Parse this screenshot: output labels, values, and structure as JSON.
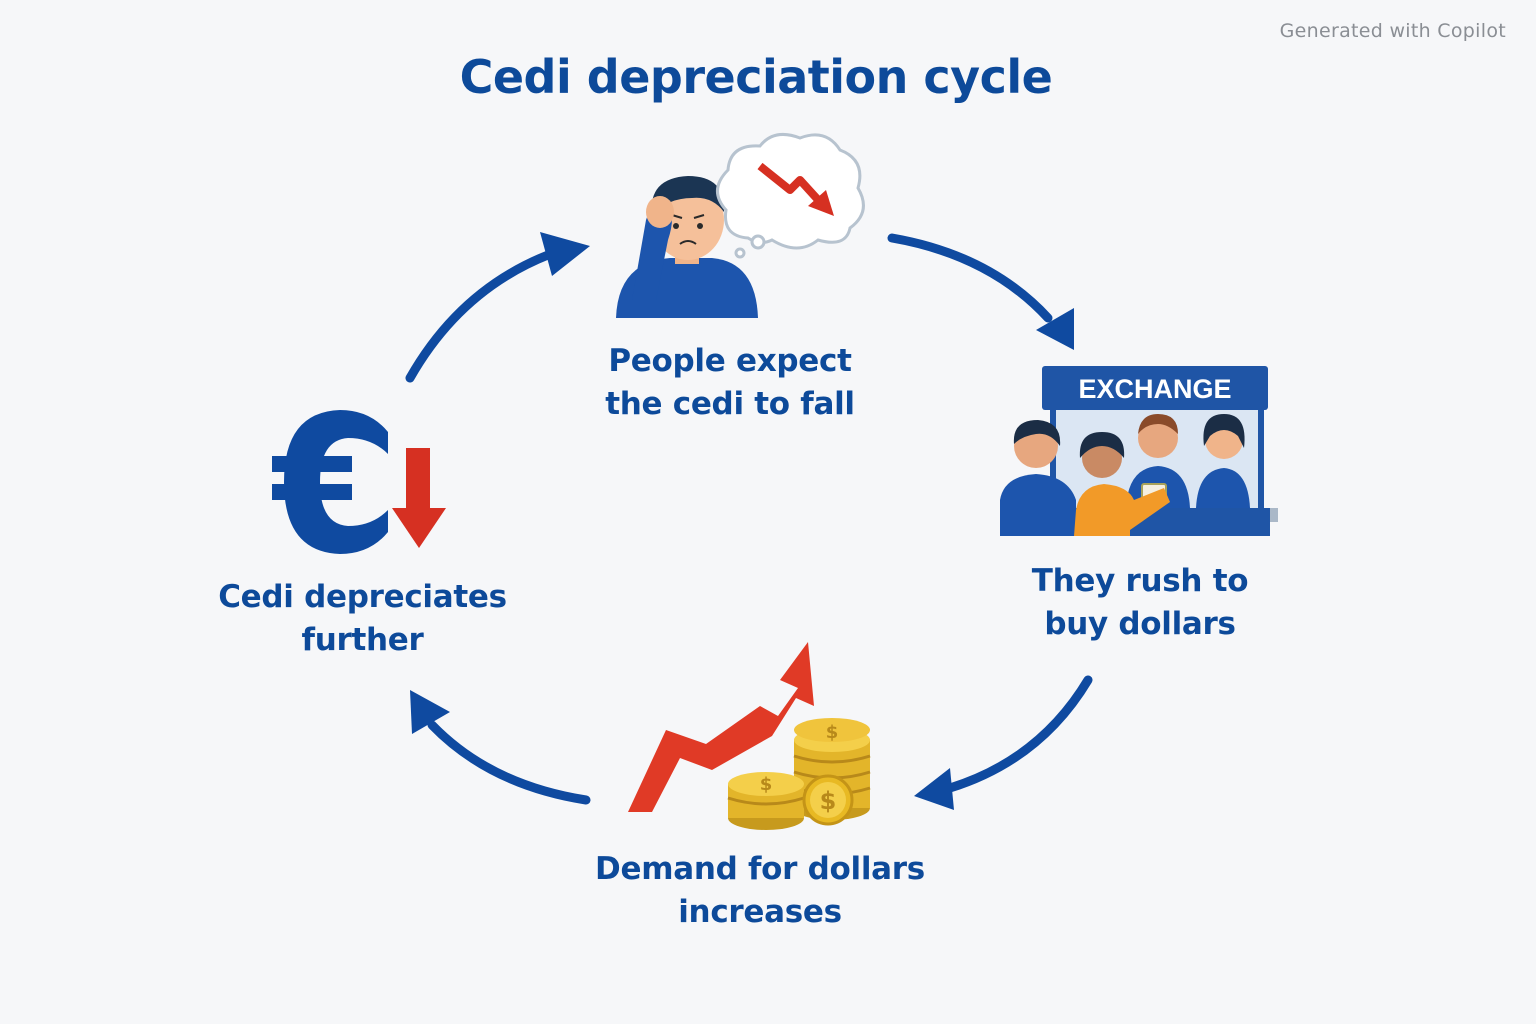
{
  "watermark": "Generated with Copilot",
  "title": "Cedi depreciation cycle",
  "steps": [
    {
      "id": "expect",
      "lines": [
        "People expect",
        "the cedi to fall"
      ]
    },
    {
      "id": "rush",
      "lines": [
        "They rush to",
        "buy dollars"
      ]
    },
    {
      "id": "demand",
      "lines": [
        "Demand for dollars",
        "increases"
      ]
    },
    {
      "id": "depreciate",
      "lines": [
        "Cedi depreciates",
        "further"
      ]
    }
  ],
  "exchange_sign": "EXCHANGE",
  "icons": {
    "expect": "worried-person-icon",
    "rush": "exchange-booth-icon",
    "demand": "rising-arrow-coins-icon",
    "depreciate": "currency-down-icon"
  },
  "colors": {
    "primary_blue": "#0d4a9a",
    "arrow_blue": "#0f4aa0",
    "red": "#d63022",
    "gold": "#e3b52a"
  }
}
